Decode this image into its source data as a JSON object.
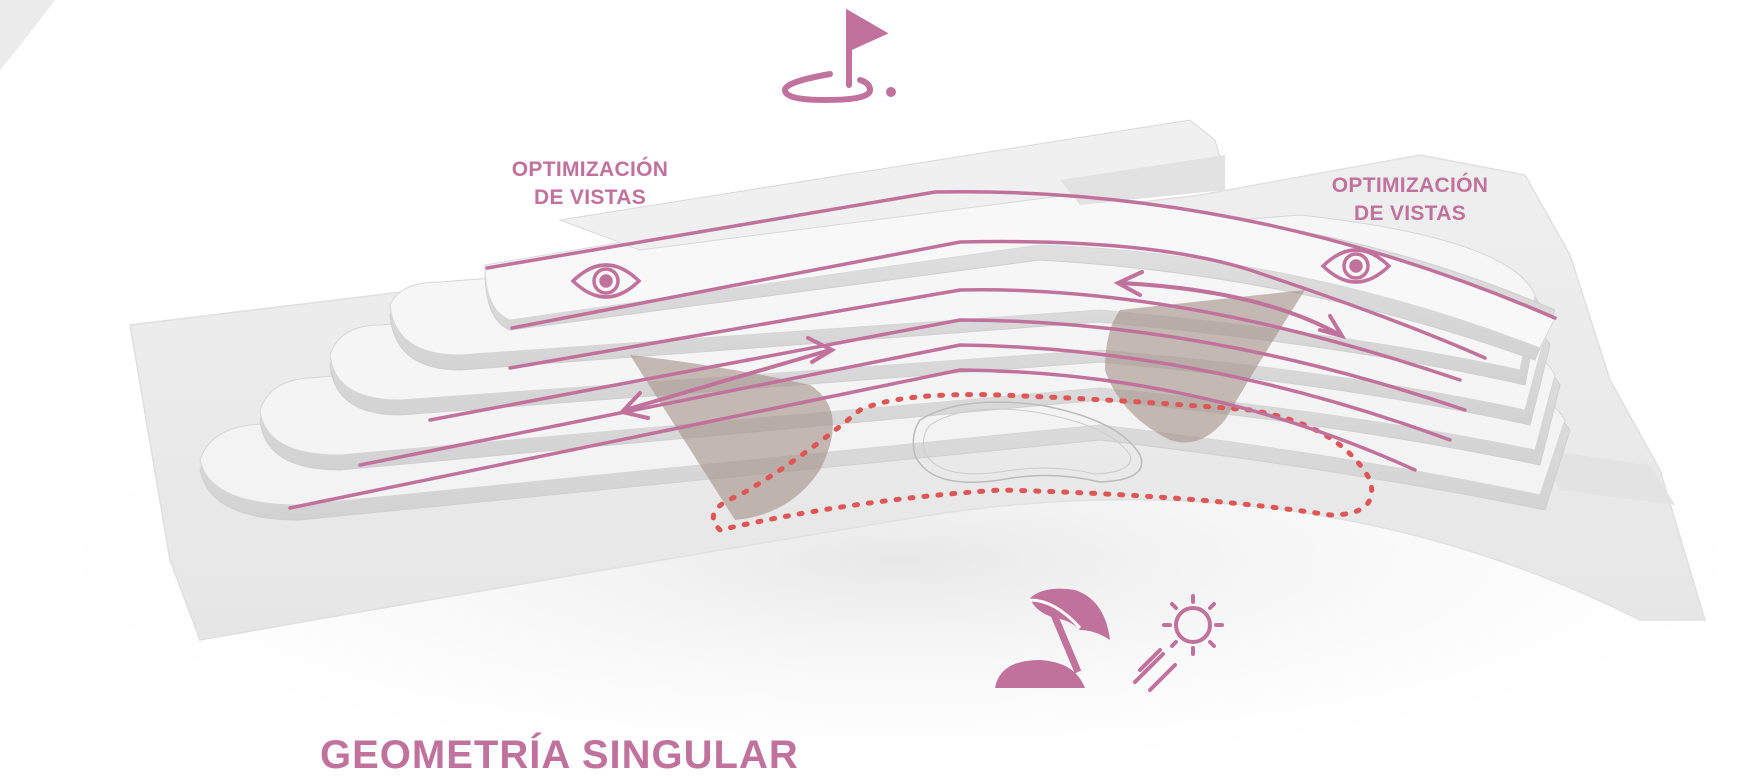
{
  "annotations": {
    "left_view_label": [
      "OPTIMIZACIÓN",
      "DE VISTAS"
    ],
    "right_view_label": [
      "OPTIMIZACIÓN",
      "DE VISTAS"
    ]
  },
  "icons": [
    "golf-flag-icon",
    "eye-icon",
    "beach-umbrella-icon",
    "sun-icon"
  ],
  "title": "GEOMETRÍA SINGULAR",
  "colors": {
    "accent": "#c0729c",
    "shadow_wedge": "#a39086",
    "pool_outline": "#e05555",
    "model_surface": "#f2f1f1"
  }
}
